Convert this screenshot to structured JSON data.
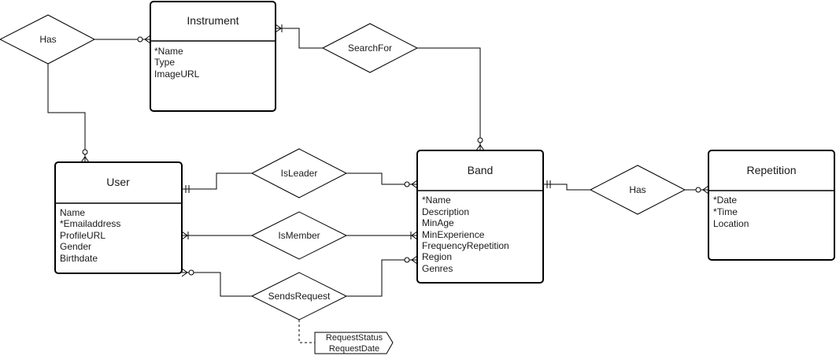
{
  "entities": {
    "instrument": {
      "title": "Instrument",
      "attributes": [
        "*Name",
        "Type",
        "ImageURL"
      ]
    },
    "user": {
      "title": "User",
      "attributes": [
        "Name",
        "*Emailaddress",
        "ProfileURL",
        "Gender",
        "Birthdate"
      ]
    },
    "band": {
      "title": "Band",
      "attributes": [
        "*Name",
        "Description",
        "MinAge",
        "MinExperience",
        "FrequencyRepetition",
        "Region",
        "Genres"
      ]
    },
    "repetition": {
      "title": "Repetition",
      "attributes": [
        "*Date",
        "*Time",
        "Location"
      ]
    }
  },
  "relationships": {
    "has_user_instrument": "Has",
    "search_for": "SearchFor",
    "is_leader": "IsLeader",
    "is_member": "IsMember",
    "sends_request": "SendsRequest",
    "has_band_repetition": "Has"
  },
  "relationship_attributes": {
    "sends_request": [
      "RequestStatus",
      "RequestDate"
    ]
  }
}
